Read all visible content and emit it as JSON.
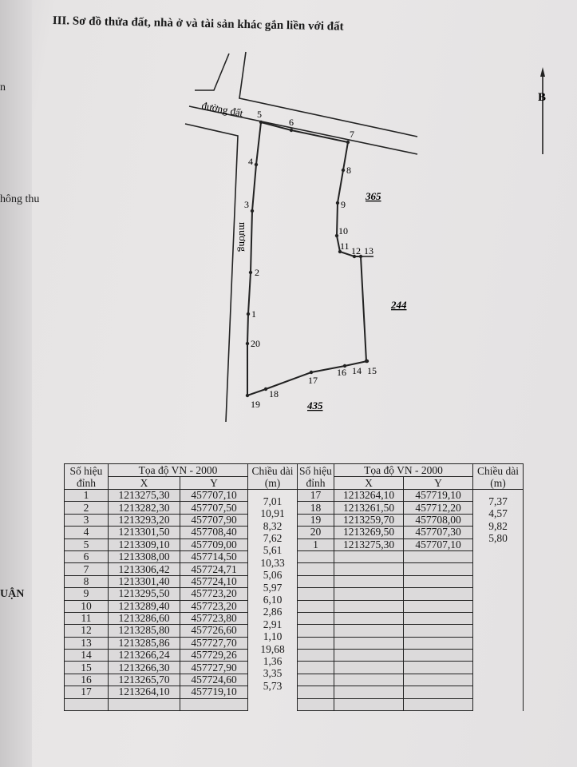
{
  "heading": "III. Sơ đồ thửa đất, nhà ở và tài sản khác gắn liền với đất",
  "edge_text": [
    "n",
    "hông thu",
    "UẬN"
  ],
  "diagram": {
    "road_label": "đường đất",
    "canal_label": "mương",
    "north_label": "B",
    "neighbor_parcels": [
      "365",
      "244",
      "435"
    ],
    "vertex_labels": [
      "1",
      "2",
      "3",
      "4",
      "5",
      "6",
      "7",
      "8",
      "9",
      "10",
      "11",
      "12",
      "13",
      "14",
      "15",
      "16",
      "17",
      "18",
      "19",
      "20"
    ]
  },
  "table": {
    "col_vertex": "Số hiệu đỉnh",
    "col_coord": "Tọa độ VN - 2000",
    "col_x": "X",
    "col_y": "Y",
    "col_length": "Chiều dài (m)",
    "left_rows": [
      [
        "1",
        "1213275,30",
        "457707,10"
      ],
      [
        "2",
        "1213282,30",
        "457707,50"
      ],
      [
        "3",
        "1213293,20",
        "457707,90"
      ],
      [
        "4",
        "1213301,50",
        "457708,40"
      ],
      [
        "5",
        "1213309,10",
        "457709,00"
      ],
      [
        "6",
        "1213308,00",
        "457714,50"
      ],
      [
        "7",
        "1213306,42",
        "457724,71"
      ],
      [
        "8",
        "1213301,40",
        "457724,10"
      ],
      [
        "9",
        "1213295,50",
        "457723,20"
      ],
      [
        "10",
        "1213289,40",
        "457723,20"
      ],
      [
        "11",
        "1213286,60",
        "457723,80"
      ],
      [
        "12",
        "1213285,80",
        "457726,60"
      ],
      [
        "13",
        "1213285,86",
        "457727,70"
      ],
      [
        "14",
        "1213266,24",
        "457729,26"
      ],
      [
        "15",
        "1213266,30",
        "457727,90"
      ],
      [
        "16",
        "1213265,70",
        "457724,60"
      ],
      [
        "17",
        "1213264,10",
        "457719,10"
      ]
    ],
    "left_lengths": [
      "7,01",
      "10,91",
      "8,32",
      "7,62",
      "5,61",
      "10,33",
      "5,06",
      "5,97",
      "6,10",
      "2,86",
      "2,91",
      "1,10",
      "19,68",
      "1,36",
      "3,35",
      "5,73"
    ],
    "right_rows": [
      [
        "17",
        "1213264,10",
        "457719,10"
      ],
      [
        "18",
        "1213261,50",
        "457712,20"
      ],
      [
        "19",
        "1213259,70",
        "457708,00"
      ],
      [
        "20",
        "1213269,50",
        "457707,30"
      ],
      [
        "1",
        "1213275,30",
        "457707,10"
      ]
    ],
    "right_lengths": [
      "7,37",
      "4,57",
      "9,82",
      "5,80"
    ]
  }
}
